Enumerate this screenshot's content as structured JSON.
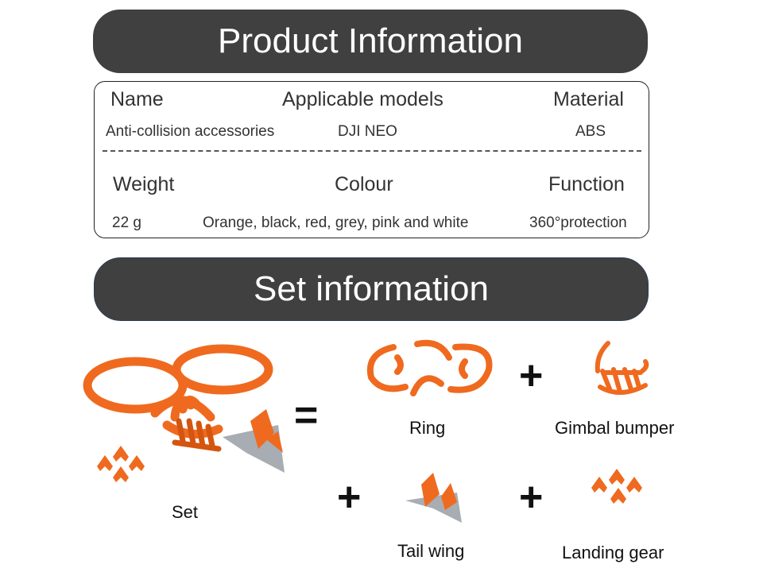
{
  "header": {
    "title": "Product Information"
  },
  "specs": {
    "name": {
      "label": "Name",
      "value": "Anti-collision accessories"
    },
    "models": {
      "label": "Applicable models",
      "value": "DJI NEO"
    },
    "material": {
      "label": "Material",
      "value": "ABS"
    },
    "weight": {
      "label": "Weight",
      "value": "22 g"
    },
    "colour": {
      "label": "Colour",
      "value": "Orange, black, red, grey, pink and white"
    },
    "function": {
      "label": "Function",
      "value": "360°protection"
    }
  },
  "set_section": {
    "title": "Set information",
    "set_label": "Set",
    "equals": "=",
    "plus": "+",
    "items": {
      "ring": "Ring",
      "gimbal": "Gimbal bumper",
      "tail": "Tail wing",
      "landing": "Landing gear"
    }
  },
  "colors": {
    "banner": "#404040",
    "part": "#ef6a1f",
    "part_dark": "#d4550f",
    "tail_grey": "#a8adb3"
  },
  "icons": [
    "set-product-image",
    "ring-image",
    "gimbal-bumper-image",
    "tail-wing-image",
    "landing-gear-image"
  ]
}
